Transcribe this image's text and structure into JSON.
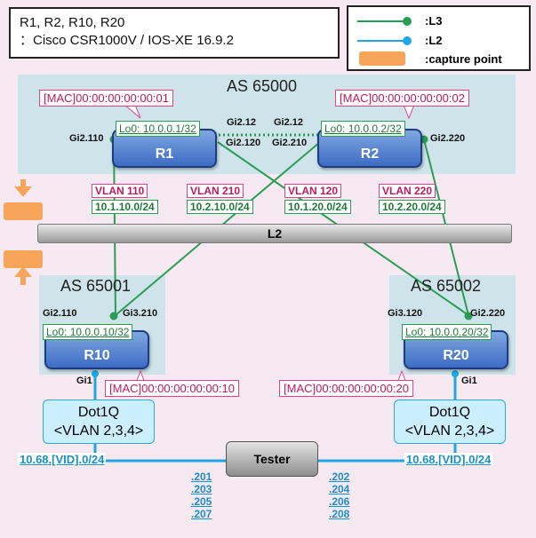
{
  "info": {
    "line1": "R1, R2, R10, R20",
    "line2": "：Cisco CSR1000V / IOS-XE 16.9.2"
  },
  "legend": {
    "l3": ":L3",
    "l2": ":L2",
    "capture": ":capture point"
  },
  "colors": {
    "l3": "#2a9d55",
    "l2": "#1fa6e6",
    "capture": "#f6a55a",
    "mac": "#e2408a"
  },
  "as": {
    "as65000": "AS 65000",
    "as65001": "AS 65001",
    "as65002": "AS 65002"
  },
  "routers": {
    "r1": {
      "name": "R1",
      "lo": "Lo0: 10.0.0.1/32",
      "mac": "[MAC]00:00:00:00:00:01"
    },
    "r2": {
      "name": "R2",
      "lo": "Lo0: 10.0.0.2/32",
      "mac": "[MAC]00:00:00:00:00:02"
    },
    "r10": {
      "name": "R10",
      "lo": "Lo0: 10.0.0.10/32",
      "mac": "[MAC]00:00:00:00:00:10"
    },
    "r20": {
      "name": "R20",
      "lo": "Lo0: 10.0.0.20/32",
      "mac": "[MAC]00:00:00:00:00:20"
    }
  },
  "interfaces": {
    "r1_gi2_110": "Gi2.110",
    "r1_gi2_12": "Gi2.12",
    "r1_gi2_120": "Gi2.120",
    "r2_gi2_12": "Gi2.12",
    "r2_gi2_210": "Gi2.210",
    "r2_gi2_220": "Gi2.220",
    "r10_gi2_110": "Gi2.110",
    "r10_gi3_210": "Gi3.210",
    "r10_gi1": "Gi1",
    "r20_gi3_120": "Gi3.120",
    "r20_gi2_220": "Gi2.220",
    "r20_gi1": "Gi1"
  },
  "vlans": [
    {
      "vlan": "VLAN 110",
      "net": "10.1.10.0/24"
    },
    {
      "vlan": "VLAN 210",
      "net": "10.2.10.0/24"
    },
    {
      "vlan": "VLAN 120",
      "net": "10.1.20.0/24"
    },
    {
      "vlan": "VLAN 220",
      "net": "10.2.20.0/24"
    }
  ],
  "l2_label": "L2",
  "dot1q": {
    "line1": "Dot1Q",
    "line2": "<VLAN 2,3,4>"
  },
  "tester": "Tester",
  "subnet": "10.68.[VID].0/24",
  "hosts_left": [
    ".201",
    ".203",
    ".205",
    ".207"
  ],
  "hosts_right": [
    ".202",
    ".204",
    ".206",
    ".208"
  ]
}
